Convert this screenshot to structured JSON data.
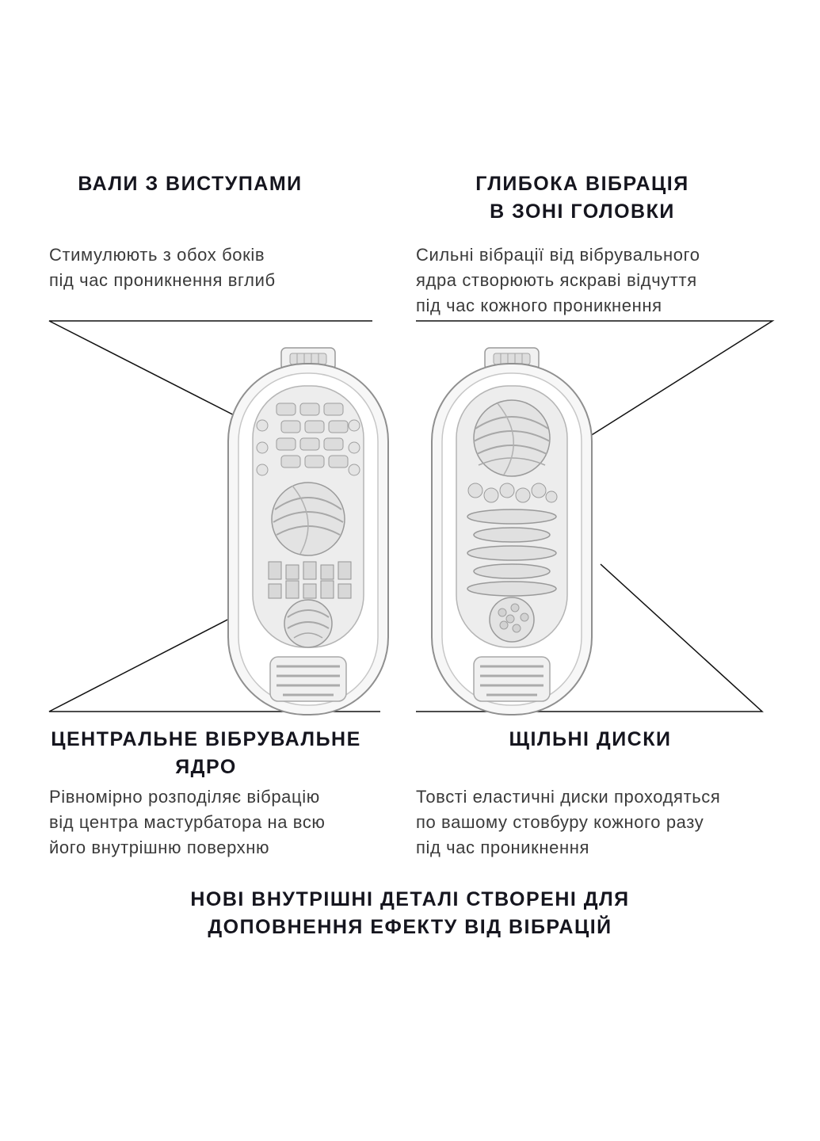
{
  "page": {
    "background": "#ffffff",
    "colors": {
      "heading": "#15151e",
      "body_text": "#3a3a3a",
      "leader_line": "#111111",
      "illustration_gray": "#9a9a9a"
    }
  },
  "features": {
    "top_left": {
      "title": "ВАЛИ З ВИСТУПАМИ",
      "body": "Стимулюють з обох боків\nпід час проникнення вглиб"
    },
    "top_right": {
      "title": "ГЛИБОКА ВІБРАЦІЯ\nВ ЗОНІ ГОЛОВКИ",
      "body": "Сильні вібрації від вібрувального\nядра створюють яскраві відчуття\nпід час кожного проникнення"
    },
    "bottom_left": {
      "title": "ЦЕНТРАЛЬНЕ ВІБРУВАЛЬНЕ\nЯДРО",
      "body": "Рівномірно розподіляє вібрацію\nвід центра мастурбатора на всю\nйого внутрішню поверхню"
    },
    "bottom_right": {
      "title": "ЩІЛЬНІ ДИСКИ",
      "body": "Товсті еластичні диски проходяться\nпо вашому стовбуру кожного разу\nпід час проникнення"
    }
  },
  "footer": {
    "title": "НОВІ ВНУТРІШНІ ДЕТАЛІ СТВОРЕНІ ДЛЯ\nДОПОВНЕННЯ ЕФЕКТУ ВІД ВІБРАЦІЙ"
  },
  "illustrations": {
    "left": "device-cutaway-left-illustration",
    "right": "device-cutaway-right-illustration",
    "lines": "leader-lines"
  }
}
